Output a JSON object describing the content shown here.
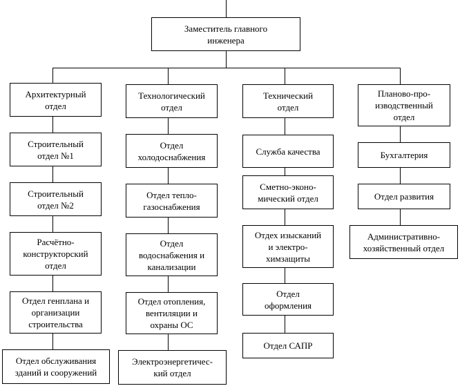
{
  "head": "Заместитель главного\nинженера",
  "columns": [
    {
      "items": [
        "Архитектурный\nотдел",
        "Строительный\nотдел №1",
        "Строительный\nотдел №2",
        "Расчётно-\nконструкторский\nотдел",
        "Отдел генплана и\nорганизации\nстроительства",
        "Отдел обслуживания\nзданий и сооружений"
      ]
    },
    {
      "items": [
        "Технологический\nотдел",
        "Отдел\nхолодоснабжения",
        "Отдел тепло-\nгазоснабжения",
        "Отдел\nводоснабжения и\nканализации",
        "Отдел отопления,\nвентиляции  и\nохраны ОС",
        "Электроэнергетичес-\nкий  отдел"
      ]
    },
    {
      "items": [
        "Технический\nотдел",
        "Служба качества",
        "Сметно-эконо-\nмический отдел",
        "Отдех изысканий\nи электро-\nхимзащиты",
        "Отдел\nоформления",
        "Отдел САПР"
      ]
    },
    {
      "items": [
        "Планово-про-\nизводственный\nотдел",
        "Бухгалтерия",
        "Отдел развития",
        "Административно-\nхозяйственный  отдел"
      ]
    }
  ]
}
